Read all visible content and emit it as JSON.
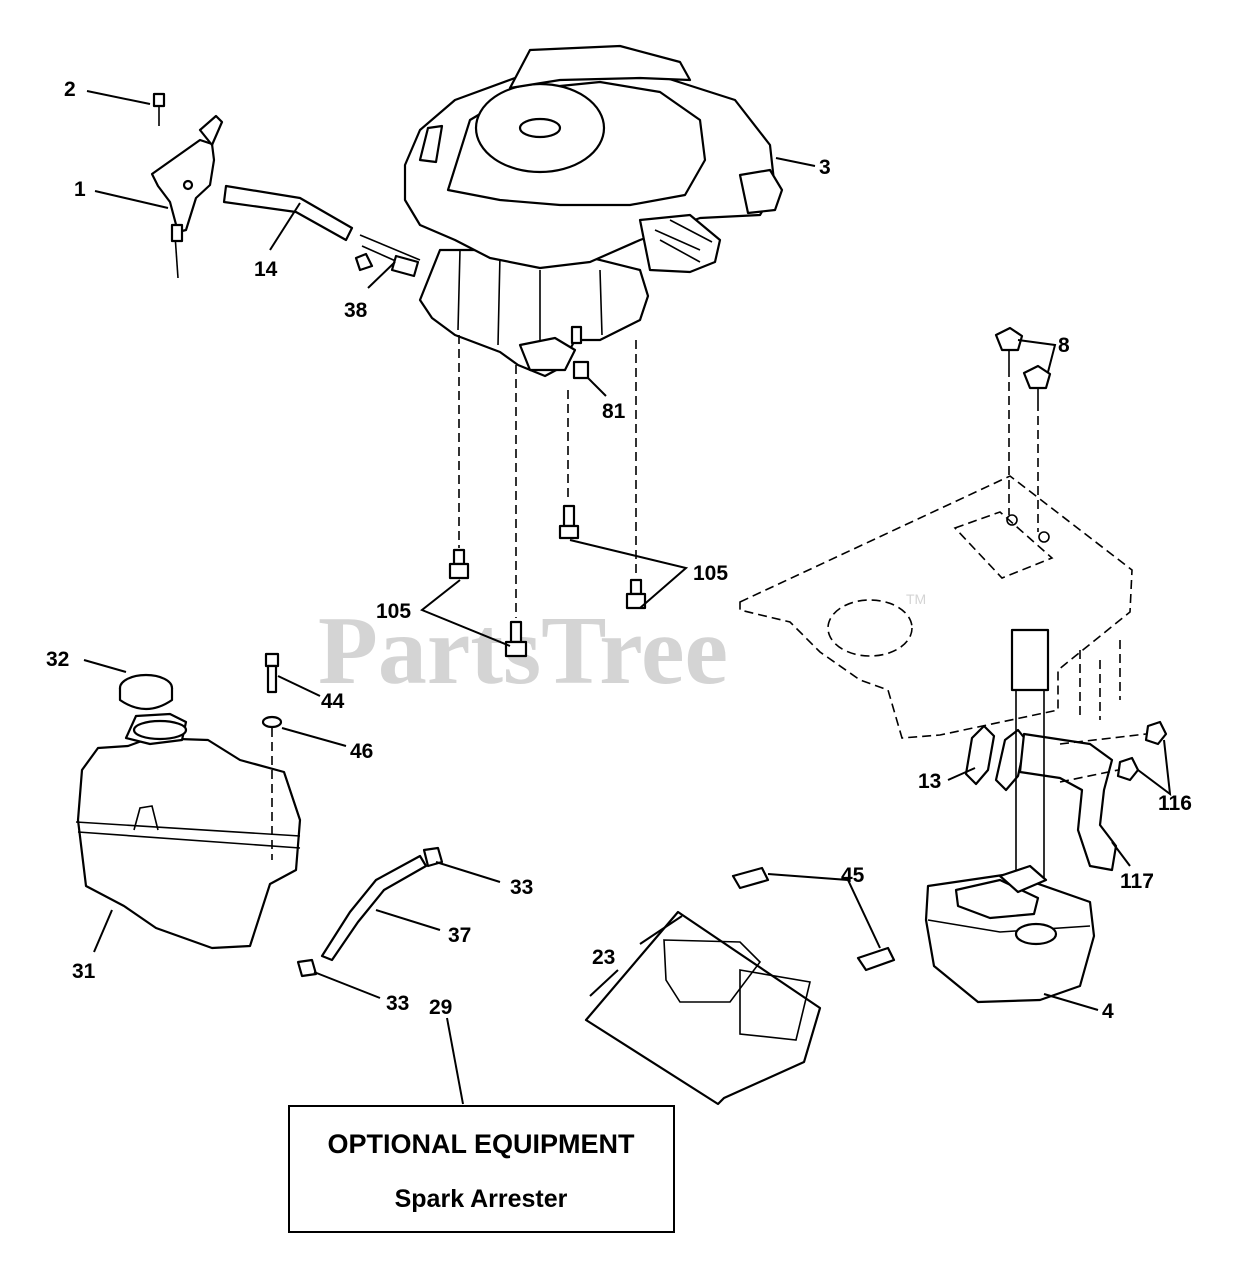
{
  "watermark": {
    "text": "PartsTree",
    "trademark": "TM"
  },
  "optional_box": {
    "title": "OPTIONAL EQUIPMENT",
    "subtitle": "Spark Arrester"
  },
  "callouts": {
    "c1": "1",
    "c2": "2",
    "c3": "3",
    "c4": "4",
    "c8": "8",
    "c13": "13",
    "c14": "14",
    "c23": "23",
    "c29": "29",
    "c31": "31",
    "c32": "32",
    "c33a": "33",
    "c33b": "33",
    "c37": "37",
    "c38": "38",
    "c44": "44",
    "c45": "45",
    "c46": "46",
    "c81": "81",
    "c105a": "105",
    "c105b": "105",
    "c116": "116",
    "c117": "117"
  }
}
